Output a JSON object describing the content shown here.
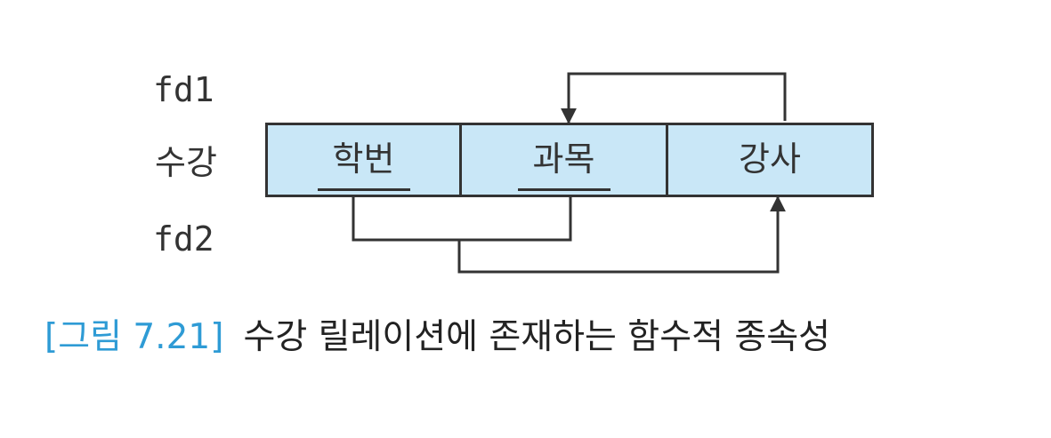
{
  "labels": {
    "fd1": "fd1",
    "relation_name": "수강",
    "fd2": "fd2"
  },
  "relation": {
    "attributes": [
      {
        "label": "학번",
        "is_key": true
      },
      {
        "label": "과목",
        "is_key": true
      },
      {
        "label": "강사",
        "is_key": false
      }
    ]
  },
  "caption": {
    "figure_number": "[그림 7.21]",
    "text": "수강 릴레이션에 존재하는 함수적 종속성"
  },
  "colors": {
    "cell_fill": "#c9e7f7",
    "line": "#333333",
    "caption_accent": "#2e9bd5"
  }
}
